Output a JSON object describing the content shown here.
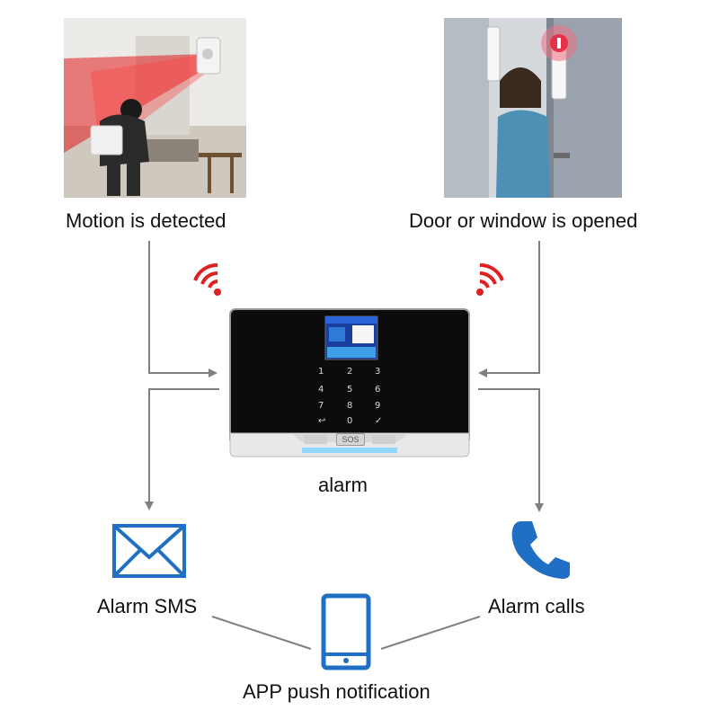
{
  "labels": {
    "motion": "Motion is detected",
    "door": "Door or window is opened",
    "alarm": "alarm",
    "sms": "Alarm SMS",
    "calls": "Alarm calls",
    "app": "APP push notification"
  },
  "panel": {
    "sos": "SOS",
    "keys": [
      "1",
      "2",
      "3",
      "4",
      "5",
      "6",
      "7",
      "8",
      "9",
      "0"
    ]
  },
  "colors": {
    "line": "#808080",
    "icon_blue": "#1f6fc4",
    "wifi_red": "#e02020",
    "panel_black": "#0c0c0c"
  },
  "icons": {
    "sms": "envelope-icon",
    "calls": "phone-icon",
    "app": "smartphone-icon",
    "signal": "wireless-signal-icon"
  }
}
